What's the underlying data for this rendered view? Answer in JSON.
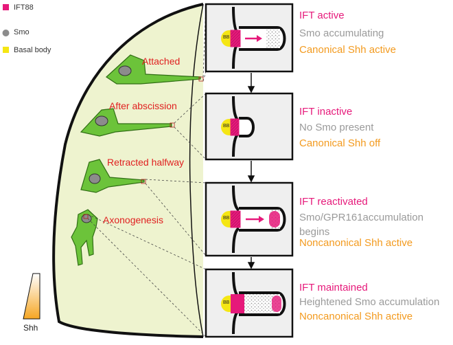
{
  "legend": {
    "items": [
      {
        "label": "IFT88",
        "color": "#e6197a",
        "shape": "square"
      },
      {
        "label": "Smo",
        "color": "#8c8c8c",
        "shape": "circle"
      },
      {
        "label": "Basal body",
        "color": "#f5e614",
        "shape": "square"
      }
    ]
  },
  "stages": [
    {
      "label": "Attached"
    },
    {
      "label": "After abscission"
    },
    {
      "label": "Retracted halfway"
    },
    {
      "label": "Axonogenesis"
    }
  ],
  "panels": [
    {
      "line1": "IFT active",
      "line2": "Smo accumulating",
      "line3": "Canonical Shh active",
      "bb": "BB"
    },
    {
      "line1": "IFT inactive",
      "line2": "No Smo present",
      "line3": "Canonical Shh off",
      "bb": "BB"
    },
    {
      "line1": "IFT reactivated",
      "line2": "Smo/GPR161accumulation",
      "line2b": "begins",
      "line3": "Noncanonical Shh active",
      "bb": "BB"
    },
    {
      "line1": "IFT maintained",
      "line2": "Heightened Smo accumulation",
      "line3": "Noncanonical Shh active",
      "bb": "BB"
    }
  ],
  "gradient": {
    "label": "Shh"
  },
  "colors": {
    "tissue": "#eef3cf",
    "neuron": "#6cc33a",
    "ift88": "#e6197a",
    "smo": "#8c8c8c",
    "basal_body": "#f5e614",
    "stage_label": "#e02020",
    "shh_text": "#f39a1e"
  }
}
